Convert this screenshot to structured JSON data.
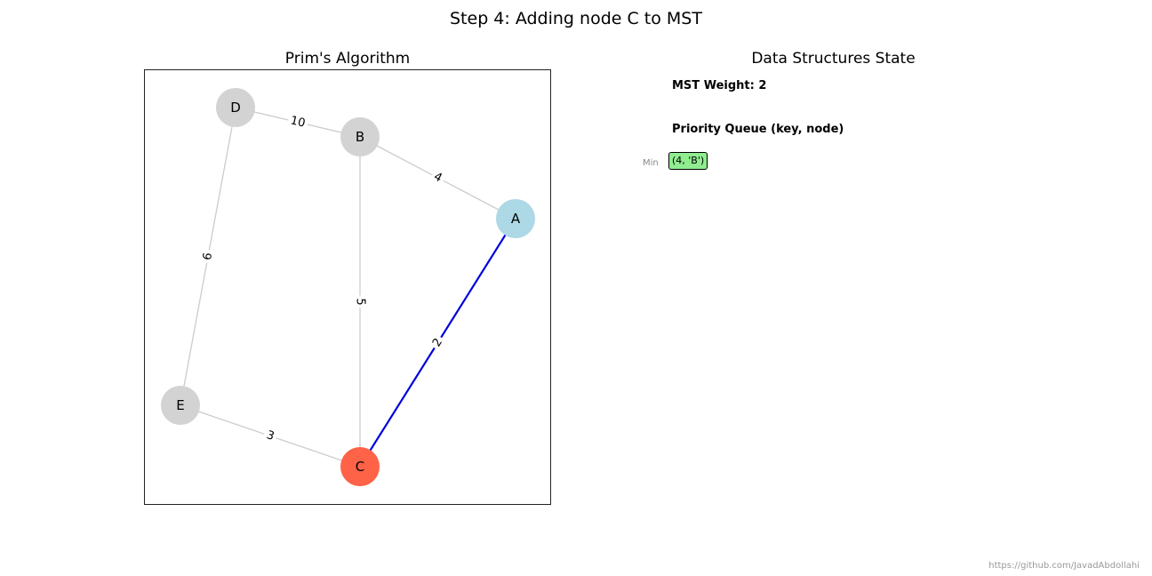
{
  "suptitle": "Step 4: Adding node C to MST",
  "left_title": "Prim's Algorithm",
  "right_title": "Data Structures State",
  "graph": {
    "colors": {
      "visited": "#add8e6",
      "current": "#ff6347",
      "unvisited": "#d3d3d3",
      "mst_edge": "#0000dd",
      "edge": "#cccccc"
    },
    "nodes": [
      {
        "id": "A",
        "state": "visited"
      },
      {
        "id": "B",
        "state": "unvisited"
      },
      {
        "id": "C",
        "state": "current"
      },
      {
        "id": "D",
        "state": "unvisited"
      },
      {
        "id": "E",
        "state": "unvisited"
      }
    ],
    "edges": [
      {
        "from": "D",
        "to": "B",
        "weight": "10",
        "mst": false
      },
      {
        "from": "B",
        "to": "A",
        "weight": "4",
        "mst": false
      },
      {
        "from": "D",
        "to": "E",
        "weight": "6",
        "mst": false
      },
      {
        "from": "B",
        "to": "C",
        "weight": "5",
        "mst": false
      },
      {
        "from": "A",
        "to": "C",
        "weight": "2",
        "mst": true
      },
      {
        "from": "E",
        "to": "C",
        "weight": "3",
        "mst": false
      }
    ]
  },
  "state": {
    "mst_weight": "MST Weight: 2",
    "pq_title": "Priority Queue (key, node)",
    "pq_min_label": "Min",
    "pq_items": [
      {
        "text": "(4, 'B')",
        "color": "#90ee90"
      }
    ]
  },
  "credit": "https://github.com/JavadAbdollahi"
}
